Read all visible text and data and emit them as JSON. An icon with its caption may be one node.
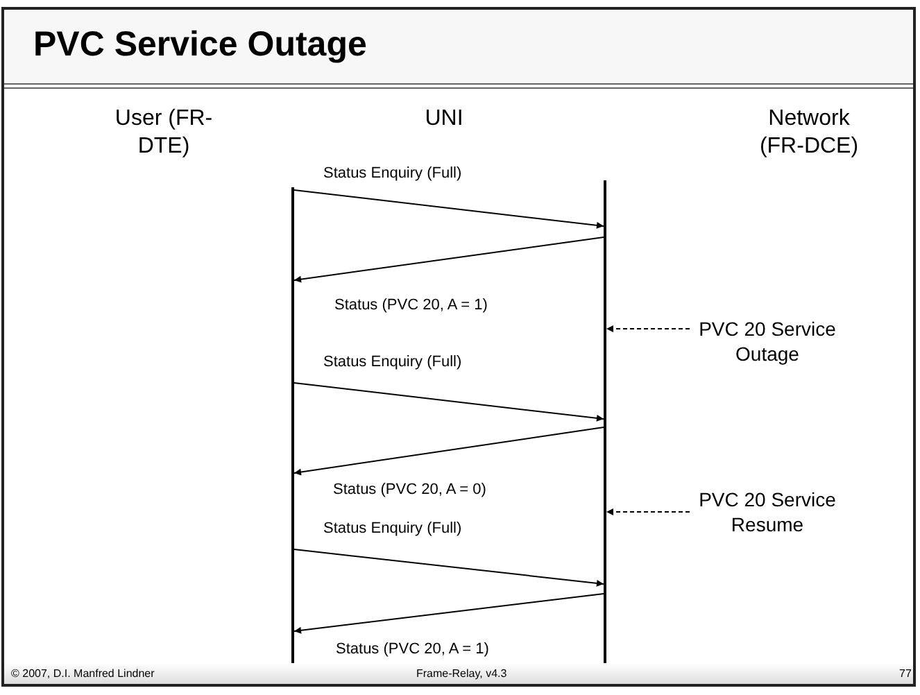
{
  "diagram": {
    "title": "PVC Service Outage",
    "nodes": [
      {
        "text": [],
        "shape": "bar"
      },
      {
        "text": [],
        "shape": "bar"
      },
      {
        "text": [
          "PVC 20 Service Outage"
        ]
      },
      {
        "text": [
          "PVC 20 Service Resume"
        ]
      }
    ],
    "edges": [
      {
        "from": 0,
        "to": 1,
        "arrow": "to",
        "label": "Status Enquiry (Full)"
      },
      {
        "from": 1,
        "to": 0,
        "arrow": "to",
        "label": "Status (PVC 20, A = 1)"
      },
      {
        "from": 2,
        "to": 1,
        "arrow": "to",
        "style": "dashed"
      },
      {
        "from": 0,
        "to": 1,
        "arrow": "to",
        "label": "Status Enquiry (Full)"
      },
      {
        "from": 1,
        "to": 0,
        "arrow": "to",
        "label": "Status (PVC 20, A = 0)"
      },
      {
        "from": 3,
        "to": 1,
        "arrow": "to",
        "style": "dashed"
      },
      {
        "from": 0,
        "to": 1,
        "arrow": "to",
        "label": "Status Enquiry (Full)"
      },
      {
        "from": 1,
        "to": 0,
        "arrow": "to",
        "label": "Status (PVC 20, A = 1)"
      }
    ],
    "labels": [
      "User (FR-DTE)",
      "UNI",
      "Network (FR-DCE)",
      "© 2007, D.I. Manfred Lindner",
      "Frame-Relay, v4.3",
      "77"
    ]
  }
}
